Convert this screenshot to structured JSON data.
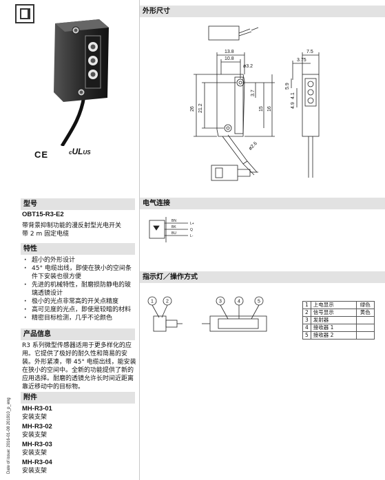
{
  "sections": {
    "dimensions": "外形尺寸",
    "model": "型号",
    "features": "特性",
    "product_info": "产品信息",
    "accessories": "附件",
    "electrical": "电气连接",
    "indicators": "指示灯／操作方式"
  },
  "model": {
    "code": "OBT15-R3-E2",
    "desc_1": "带背景抑制功能的漫反射型光电开关",
    "desc_2": "带 2 m 固定电缆"
  },
  "features": [
    {
      "l1": "超小的外形设计",
      "l2": ""
    },
    {
      "l1": "45° 电缆出线，即使在狭小的空间条",
      "l2": "件下安装也很方便"
    },
    {
      "l1": "先进的机械特性，耐磨损防静电的玻",
      "l2": "璃透镜设计"
    },
    {
      "l1": "极小的光点非常高的开关点精度",
      "l2": ""
    },
    {
      "l1": "高可见度的光点，即使是较暗的材料",
      "l2": ""
    },
    {
      "l1": "精密目标检测，几乎不论颜色",
      "l2": ""
    }
  ],
  "product_info_lines": [
    "R3 系列微型传感器适用于更多样化的应",
    "用。它提供了极好的耐久性和简易的安",
    "装。外形紧凑，带 45° 电缆出线，能安装",
    "在狭小的空间中。全新的功能提供了新的",
    "应用选择。耐磨的透镜允许长时间近距离",
    "靠近移动中的目标物。"
  ],
  "accessories": [
    {
      "code": "MH-R3-01",
      "desc": "安装支架"
    },
    {
      "code": "MH-R3-02",
      "desc": "安装支架"
    },
    {
      "code": "MH-R3-03",
      "desc": "安装支架"
    },
    {
      "code": "MH-R3-04",
      "desc": "安装支架"
    }
  ],
  "certifications": {
    "ce": "CE",
    "ul_c": "c",
    "ul_mark": "UL",
    "ul_us": "US"
  },
  "side_note": "Date of issue: 2016-01-08   201910_p_eng",
  "dimensions": {
    "d13_8": "13.8",
    "d10_8": "10.8",
    "d3_2": "ø3.2",
    "d26": "26",
    "d21_2": "21.2",
    "d3_7": "3.7",
    "d15": "15",
    "d16": "16",
    "d2_6": "ø2.6",
    "d7_5": "7.5",
    "d3_75": "3.75",
    "d5_9": "5.9",
    "d4_1": "4.1",
    "d4_9": "4.9"
  },
  "wiring": {
    "bn": "BN",
    "bk": "BK",
    "bu": "BU",
    "plus": "L+",
    "out": "Q",
    "minus": "L-"
  },
  "indicator_callouts": [
    "1",
    "2",
    "3",
    "4",
    "5"
  ],
  "indicator_legend": [
    {
      "num": "1",
      "label": "上电显示",
      "color": "绿色"
    },
    {
      "num": "2",
      "label": "信号显示",
      "color": "黄色"
    },
    {
      "num": "3",
      "label": "发射器",
      "color": ""
    },
    {
      "num": "4",
      "label": "接收器 1",
      "color": ""
    },
    {
      "num": "5",
      "label": "接收器 2",
      "color": ""
    }
  ]
}
